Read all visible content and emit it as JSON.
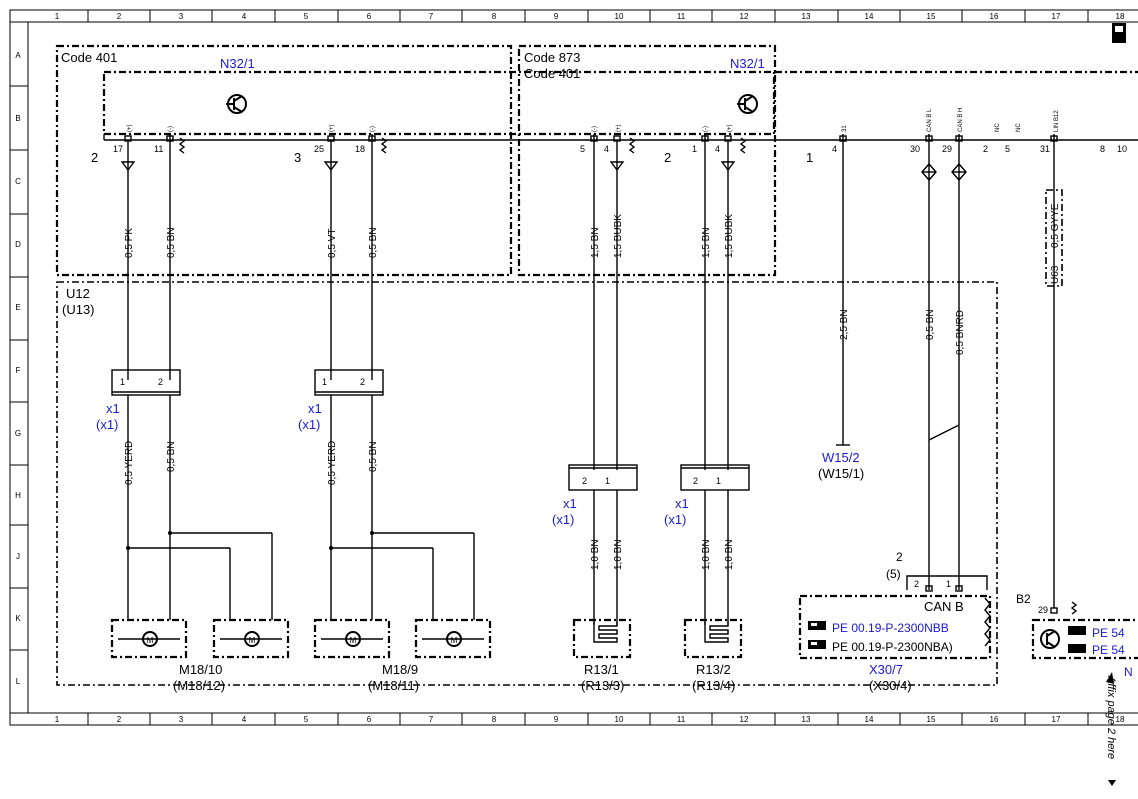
{
  "grid": {
    "columns": [
      "1",
      "2",
      "3",
      "4",
      "5",
      "6",
      "7",
      "8",
      "9",
      "10",
      "11",
      "12",
      "13",
      "14",
      "15",
      "16",
      "17",
      "18"
    ],
    "rows": [
      "A",
      "B",
      "C",
      "D",
      "E",
      "F",
      "G",
      "H",
      "J",
      "K",
      "L"
    ]
  },
  "blocks": {
    "code401_left": "Code 401",
    "n32_1_left": "N32/1",
    "code873": "Code 873",
    "code401_right": "Code 401",
    "n32_1_right": "N32/1",
    "u12": "U12",
    "u13": "(U13)"
  },
  "connectors": {
    "conn2_left": "2",
    "conn3": "3",
    "conn2_right": "2",
    "conn1": "1",
    "pins": {
      "p17": "17",
      "p11": "11",
      "p25": "25",
      "p18": "18",
      "p5": "5",
      "p4a": "4",
      "p1": "1",
      "p4b": "4",
      "p4c": "4",
      "p30": "30",
      "p29": "29",
      "p2": "2",
      "p5b": "5",
      "p31": "31",
      "p8": "8",
      "p10": "10"
    },
    "pin_tags": {
      "plus": "(+)",
      "minus": "(-)",
      "t31": "31",
      "canbl": "CAN B L",
      "canbh": "CAN B H",
      "nc": "NC",
      "lin": "LIN B12"
    }
  },
  "wires": {
    "w1": "0,5 PK",
    "w2": "0,5 BN",
    "w3": "0,5 VT",
    "w4": "0,5 BN",
    "w5": "1,5 BN",
    "w6": "1,5 BUBK",
    "w7": "1,5 BN",
    "w8": "1,5 BUBK",
    "w9": "2,5 BN",
    "w10": "0,5 BN",
    "w11": "0,5 BNRD",
    "w12": "0,5 GYYE",
    "w12b": "U63",
    "w13": "0,5 YERD",
    "w14": "0,5 BN",
    "w15": "0,5 YERD",
    "w16": "0,5 BN",
    "w17": "1,0 BN",
    "w18": "1,0 BN",
    "w19": "1,0 BN",
    "w20": "1,0 BN"
  },
  "splices": {
    "x1a": "x1",
    "x1a_alt": "(x1)",
    "x1b": "x1",
    "x1b_alt": "(x1)",
    "x1c": "x1",
    "x1c_alt": "(x1)",
    "x1d": "x1",
    "x1d_alt": "(x1)",
    "pin1": "1",
    "pin2": "2"
  },
  "components": {
    "w15_2": "W15/2",
    "w15_1": "(W15/1)",
    "m18_10": "M18/10",
    "m18_12": "(M18/12)",
    "m18_9": "M18/9",
    "m18_11": "(M18/11)",
    "r13_1": "R13/1",
    "r13_3": "(R13/3)",
    "r13_2": "R13/2",
    "r13_4": "(R13/4)",
    "x30_7": "X30/7",
    "x30_4": "(X30/4)",
    "x30_conn": "2",
    "x30_conn_alt": "(5)",
    "canb": "CAN B",
    "pe1": "PE 00.19-P-2300NBB",
    "pe2": "PE 00.19-P-2300NBA)",
    "b2": "B2",
    "b2_pin": "29",
    "pe3": "PE 54",
    "pe4": "PE 54",
    "n_cut": "N"
  },
  "side_note": "Affix page 2 here",
  "colors": {
    "link": "#1a1ad8",
    "ink": "#000000"
  }
}
